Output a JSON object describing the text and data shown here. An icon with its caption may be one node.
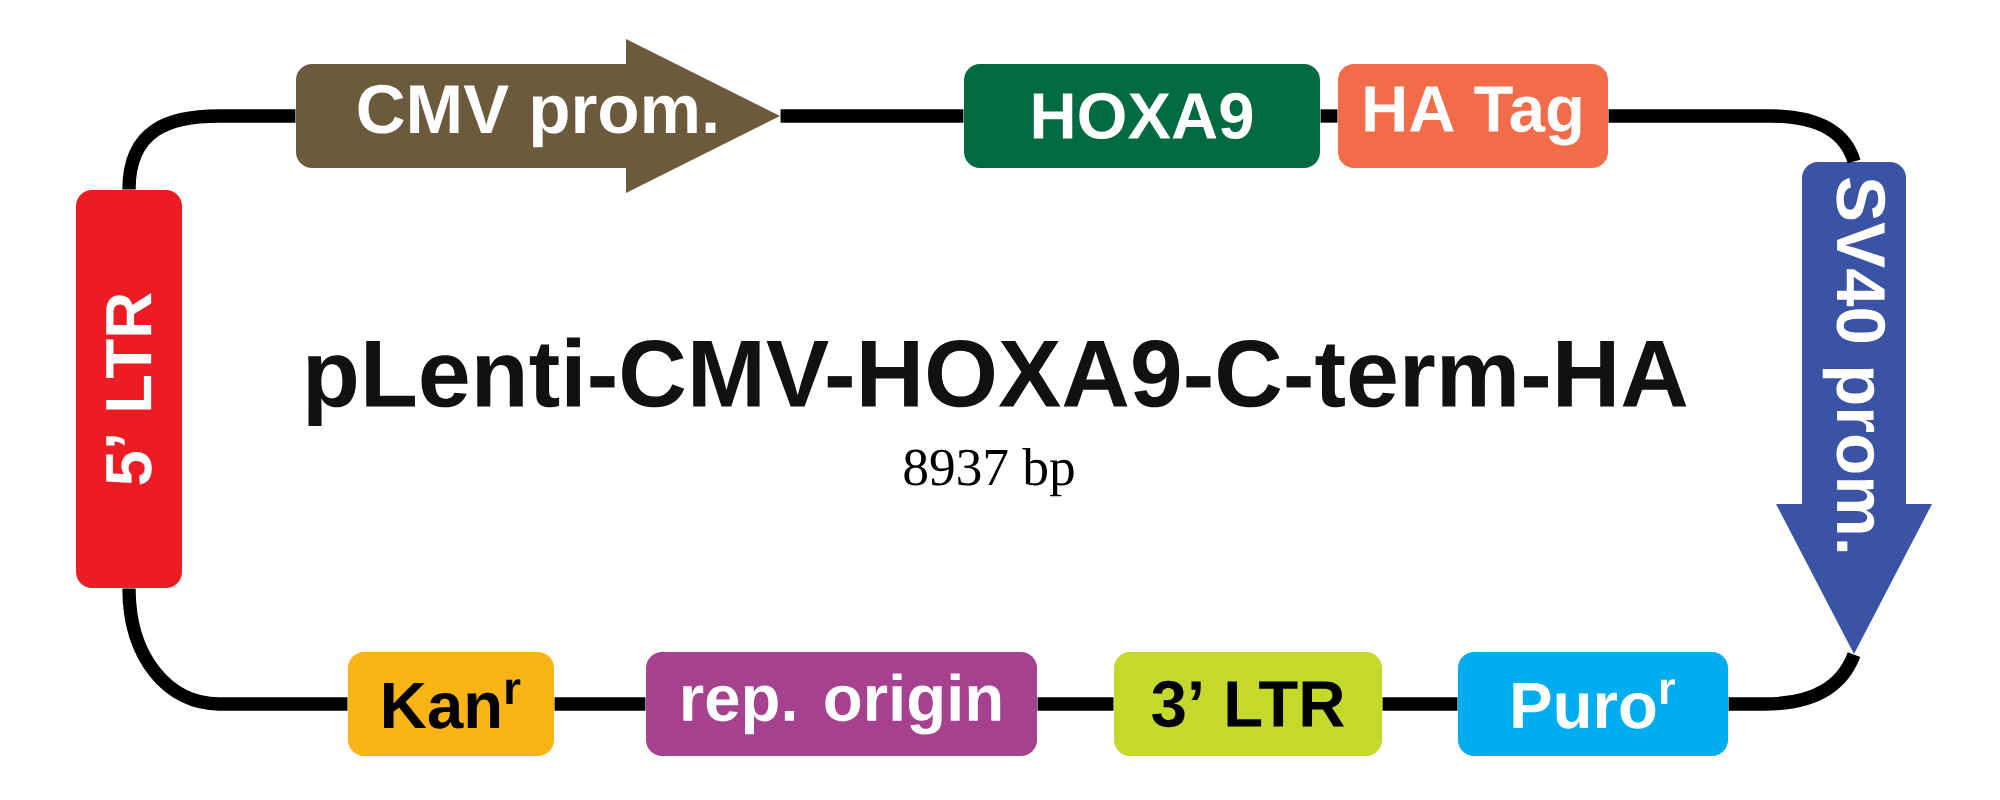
{
  "diagram": {
    "title": "pLenti-CMV-HOXA9-C-term-HA",
    "nodes": [
      {
        "text": [
          "CMV prom."
        ]
      },
      {
        "text": [
          "HOXA9"
        ]
      },
      {
        "text": [
          "HA Tag"
        ]
      },
      {
        "text": [
          "5’ LTR"
        ]
      },
      {
        "text": [
          "SV40 prom."
        ]
      },
      {
        "text": [
          "Kan$^{r}$"
        ]
      },
      {
        "text": [
          "rep. origin"
        ]
      },
      {
        "text": [
          "3’ LTR"
        ]
      },
      {
        "text": [
          "Puro$^{r}$"
        ]
      }
    ],
    "edges": [
      {
        "from": 3,
        "to": 0,
        "arrow": "none"
      },
      {
        "from": 0,
        "to": 1,
        "arrow": "none"
      },
      {
        "from": 1,
        "to": 2,
        "arrow": "none"
      },
      {
        "from": 2,
        "to": 4,
        "arrow": "none"
      },
      {
        "from": 4,
        "to": 8,
        "arrow": "none"
      },
      {
        "from": 8,
        "to": 7,
        "arrow": "none"
      },
      {
        "from": 7,
        "to": 6,
        "arrow": "none"
      },
      {
        "from": 6,
        "to": 5,
        "arrow": "none"
      },
      {
        "from": 5,
        "to": 3,
        "arrow": "none"
      }
    ],
    "labels": [
      "8937 bp"
    ]
  }
}
